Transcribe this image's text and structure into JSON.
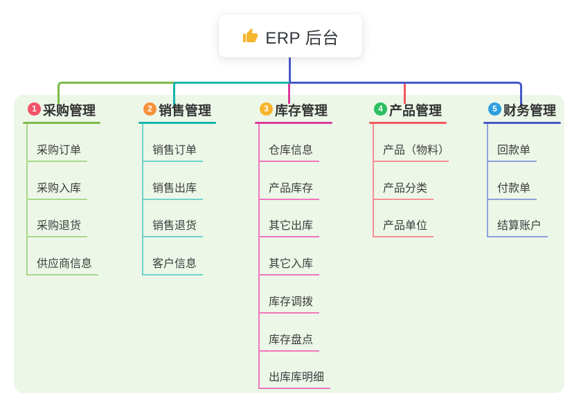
{
  "root": {
    "title": "ERP 后台",
    "icon": "thumbs-up-icon",
    "icon_color": "#F4B62E"
  },
  "canvas": {
    "background": "#FFFFFF",
    "panel_color": "#ECF7E8",
    "trunk_color": "#4758C8"
  },
  "branches": [
    {
      "badge": "1",
      "badge_color": "#F25268",
      "label": "采购管理",
      "main_color": "#7CBA47",
      "light_color": "#A8D88A",
      "children": [
        "采购订单",
        "采购入库",
        "采购退货",
        "供应商信息"
      ]
    },
    {
      "badge": "2",
      "badge_color": "#F6913C",
      "label": "销售管理",
      "main_color": "#13B5AB",
      "light_color": "#6ED3CB",
      "children": [
        "销售订单",
        "销售出库",
        "销售退货",
        "客户信息"
      ]
    },
    {
      "badge": "3",
      "badge_color": "#F7B32B",
      "label": "库存管理",
      "main_color": "#DC3A9C",
      "light_color": "#F075BD",
      "children": [
        "仓库信息",
        "产品库存",
        "其它出库",
        "其它入库",
        "库存调拨",
        "库存盘点",
        "出库库明细"
      ]
    },
    {
      "badge": "4",
      "badge_color": "#2CBE60",
      "label": "产品管理",
      "main_color": "#F4575D",
      "light_color": "#F58F93",
      "children": [
        "产品（物料）",
        "产品分类",
        "产品单位"
      ]
    },
    {
      "badge": "5",
      "badge_color": "#2E9FE0",
      "label": "财务管理",
      "main_color": "#4758C8",
      "light_color": "#8BA0DB",
      "children": [
        "回款单",
        "付款单",
        "结算账户"
      ]
    }
  ]
}
